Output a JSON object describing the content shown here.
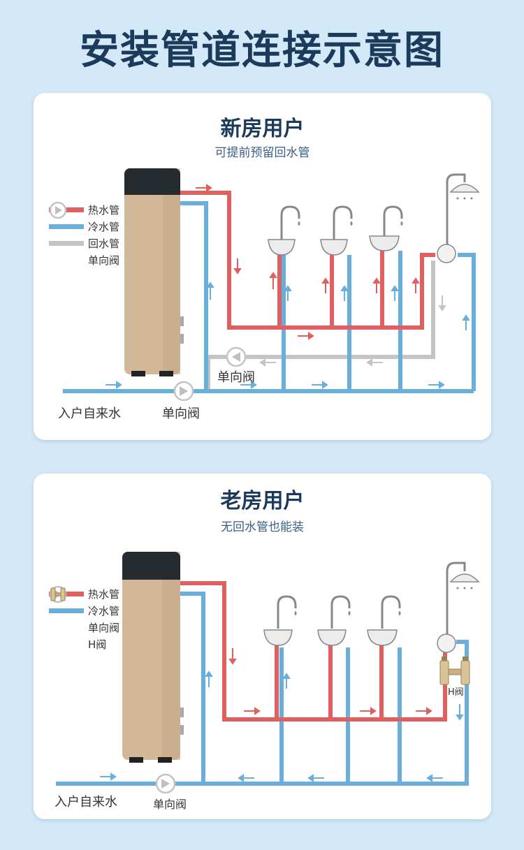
{
  "page": {
    "title": "安装管道连接示意图"
  },
  "colors": {
    "hot": "#e0605f",
    "cold": "#6aaedc",
    "return": "#c4c4c4",
    "heater_body": "#d2b899",
    "heater_top": "#262b30"
  },
  "new_house": {
    "title": "新房用户",
    "subtitle": "可提前预留回水管",
    "legend": [
      {
        "label": "热水管",
        "kind": "hot"
      },
      {
        "label": "冷水管",
        "kind": "cold"
      },
      {
        "label": "回水管",
        "kind": "return"
      },
      {
        "label": "单向阀",
        "kind": "check-valve"
      }
    ],
    "inlet_label": "入户自来水",
    "valve_label_bottom": "单向阀",
    "valve_label_return": "单向阀"
  },
  "old_house": {
    "title": "老房用户",
    "subtitle": "无回水管也能装",
    "legend": [
      {
        "label": "热水管",
        "kind": "hot"
      },
      {
        "label": "冷水管",
        "kind": "cold"
      },
      {
        "label": "单向阀",
        "kind": "check-valve"
      },
      {
        "label": "H阀",
        "kind": "h-valve"
      }
    ],
    "inlet_label": "入户自来水",
    "valve_label_bottom": "单向阀",
    "h_valve_label": "H阀"
  }
}
